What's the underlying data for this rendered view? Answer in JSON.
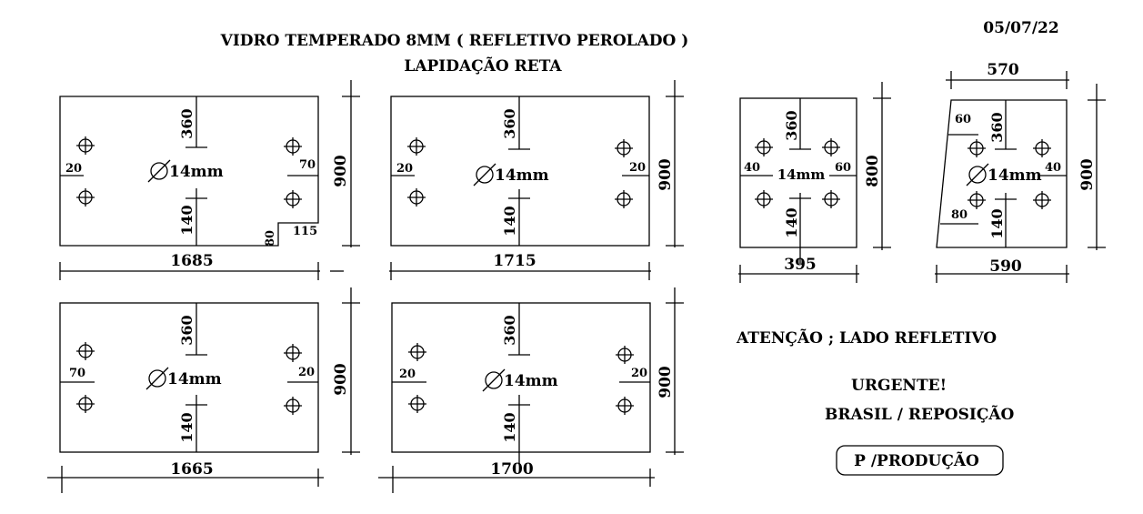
{
  "header": {
    "title": "VIDRO TEMPERADO 8MM  ( REFLETIVO PEROLADO )",
    "subtitle": "LAPIDAÇÃO RETA",
    "date": "05/07/22"
  },
  "panels": [
    {
      "id": "p1",
      "width_label": "1685",
      "height_label": "900",
      "dim_top": "360",
      "dim_bottom": "140",
      "hole_label": "14mm",
      "left_offset": "20",
      "right_offset": "70",
      "notch_width": "115",
      "notch_height": "80"
    },
    {
      "id": "p2",
      "width_label": "1715",
      "height_label": "900",
      "dim_top": "360",
      "dim_bottom": "140",
      "hole_label": "14mm",
      "left_offset": "20",
      "right_offset": "20"
    },
    {
      "id": "p3",
      "width_label": "395",
      "height_label": "800",
      "dim_top": "360",
      "dim_bottom": "140",
      "hole_label": "14mm",
      "left_offset": "40",
      "right_offset": "60"
    },
    {
      "id": "p4",
      "top_width_label": "570",
      "width_label": "590",
      "height_label": "900",
      "dim_top": "360",
      "dim_bottom": "140",
      "hole_label": "14mm",
      "left_offset": "60",
      "right_offset": "40",
      "left_offset_low": "80"
    },
    {
      "id": "p5",
      "width_label": "1665",
      "height_label": "900",
      "dim_top": "360",
      "dim_bottom": "140",
      "hole_label": "14mm",
      "left_offset": "70",
      "right_offset": "20"
    },
    {
      "id": "p6",
      "width_label": "1700",
      "height_label": "900",
      "dim_top": "360",
      "dim_bottom": "140",
      "hole_label": "14mm",
      "left_offset": "20",
      "right_offset": "20"
    }
  ],
  "notes": {
    "attention": "ATENÇÃO ; LADO REFLETIVO",
    "urgent": "URGENTE!",
    "origin": "BRASIL / REPOSIÇÃO",
    "production": "P /PRODUÇÃO"
  }
}
